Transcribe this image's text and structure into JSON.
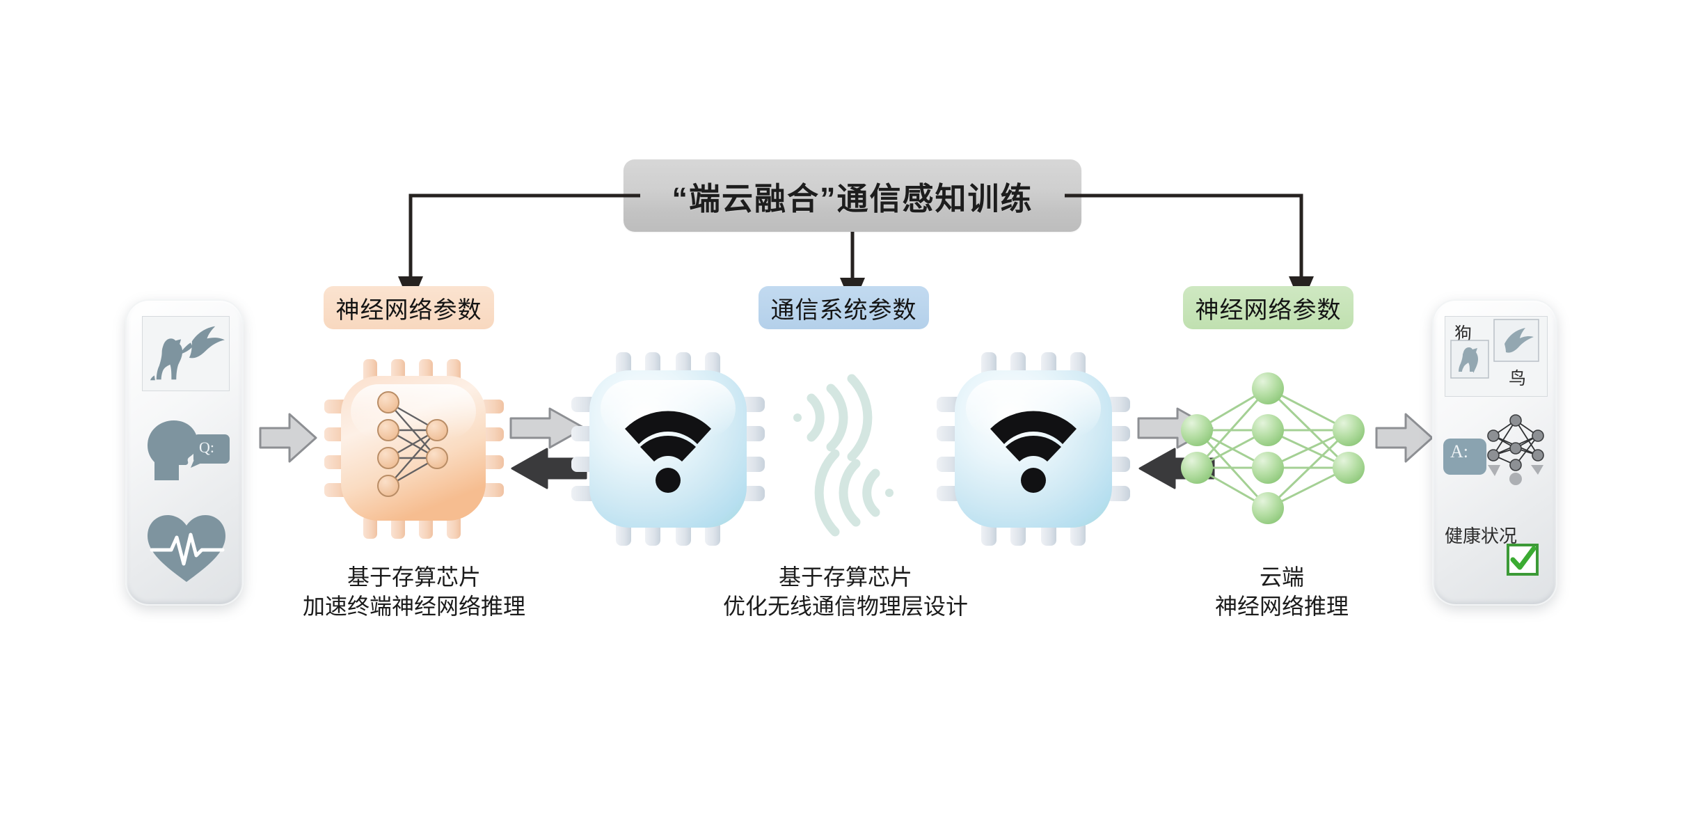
{
  "banner": {
    "title": "“端云融合”通信感知训练"
  },
  "param_labels": [
    {
      "text": "神经网络参数",
      "color": "#f9dcc6",
      "tone": "peach"
    },
    {
      "text": "通信系统参数",
      "color": "#bdd6ee",
      "tone": "blue"
    },
    {
      "text": "神经网络参数",
      "color": "#c9e5bb",
      "tone": "green"
    }
  ],
  "captions": [
    {
      "line1": "基于存算芯片",
      "line2": "加速终端神经网络推理"
    },
    {
      "line1": "基于存算芯片",
      "line2": "优化无线通信物理层设计"
    },
    {
      "line1": "云端",
      "line2": "神经网络推理"
    }
  ],
  "input_device": {
    "icons": [
      "bird-icon",
      "dog-icon",
      "head-speaking-icon",
      "speech-bubble-icon",
      "heart-ecg-icon"
    ],
    "bubble_text": "Q:"
  },
  "output_device": {
    "dog_label": "狗",
    "bird_label": "鸟",
    "bubble_text": "A:",
    "health_label": "健康状况",
    "check_color": "#3bab32",
    "icons": [
      "dog-icon",
      "bird-icon",
      "speech-bubble-icon",
      "neural-net-icon",
      "checkmark-icon"
    ]
  },
  "chips": [
    {
      "name": "edge-neural-chip",
      "tone": "orange",
      "icon": "neural-network-icon",
      "body_color": "#f7d6bd",
      "node_color": "#f0c39d"
    },
    {
      "name": "edge-comm-chip",
      "tone": "blue",
      "icon": "wifi-icon",
      "body_color": "#cfe8f4",
      "node_color": "#000000"
    },
    {
      "name": "base-comm-chip",
      "tone": "blue",
      "icon": "wifi-icon",
      "body_color": "#cfe8f4",
      "node_color": "#000000"
    }
  ],
  "cloud_network": {
    "name": "cloud-neural-network",
    "node_color": "#a9d79a",
    "layers": [
      2,
      4,
      2
    ]
  },
  "wireless_link": {
    "name": "wireless-waves",
    "color": "#cfe3de",
    "directions": [
      "right",
      "left"
    ]
  },
  "arrows": {
    "forward_color": "#cfd0d2",
    "backward_color": "#3a3a3c"
  }
}
